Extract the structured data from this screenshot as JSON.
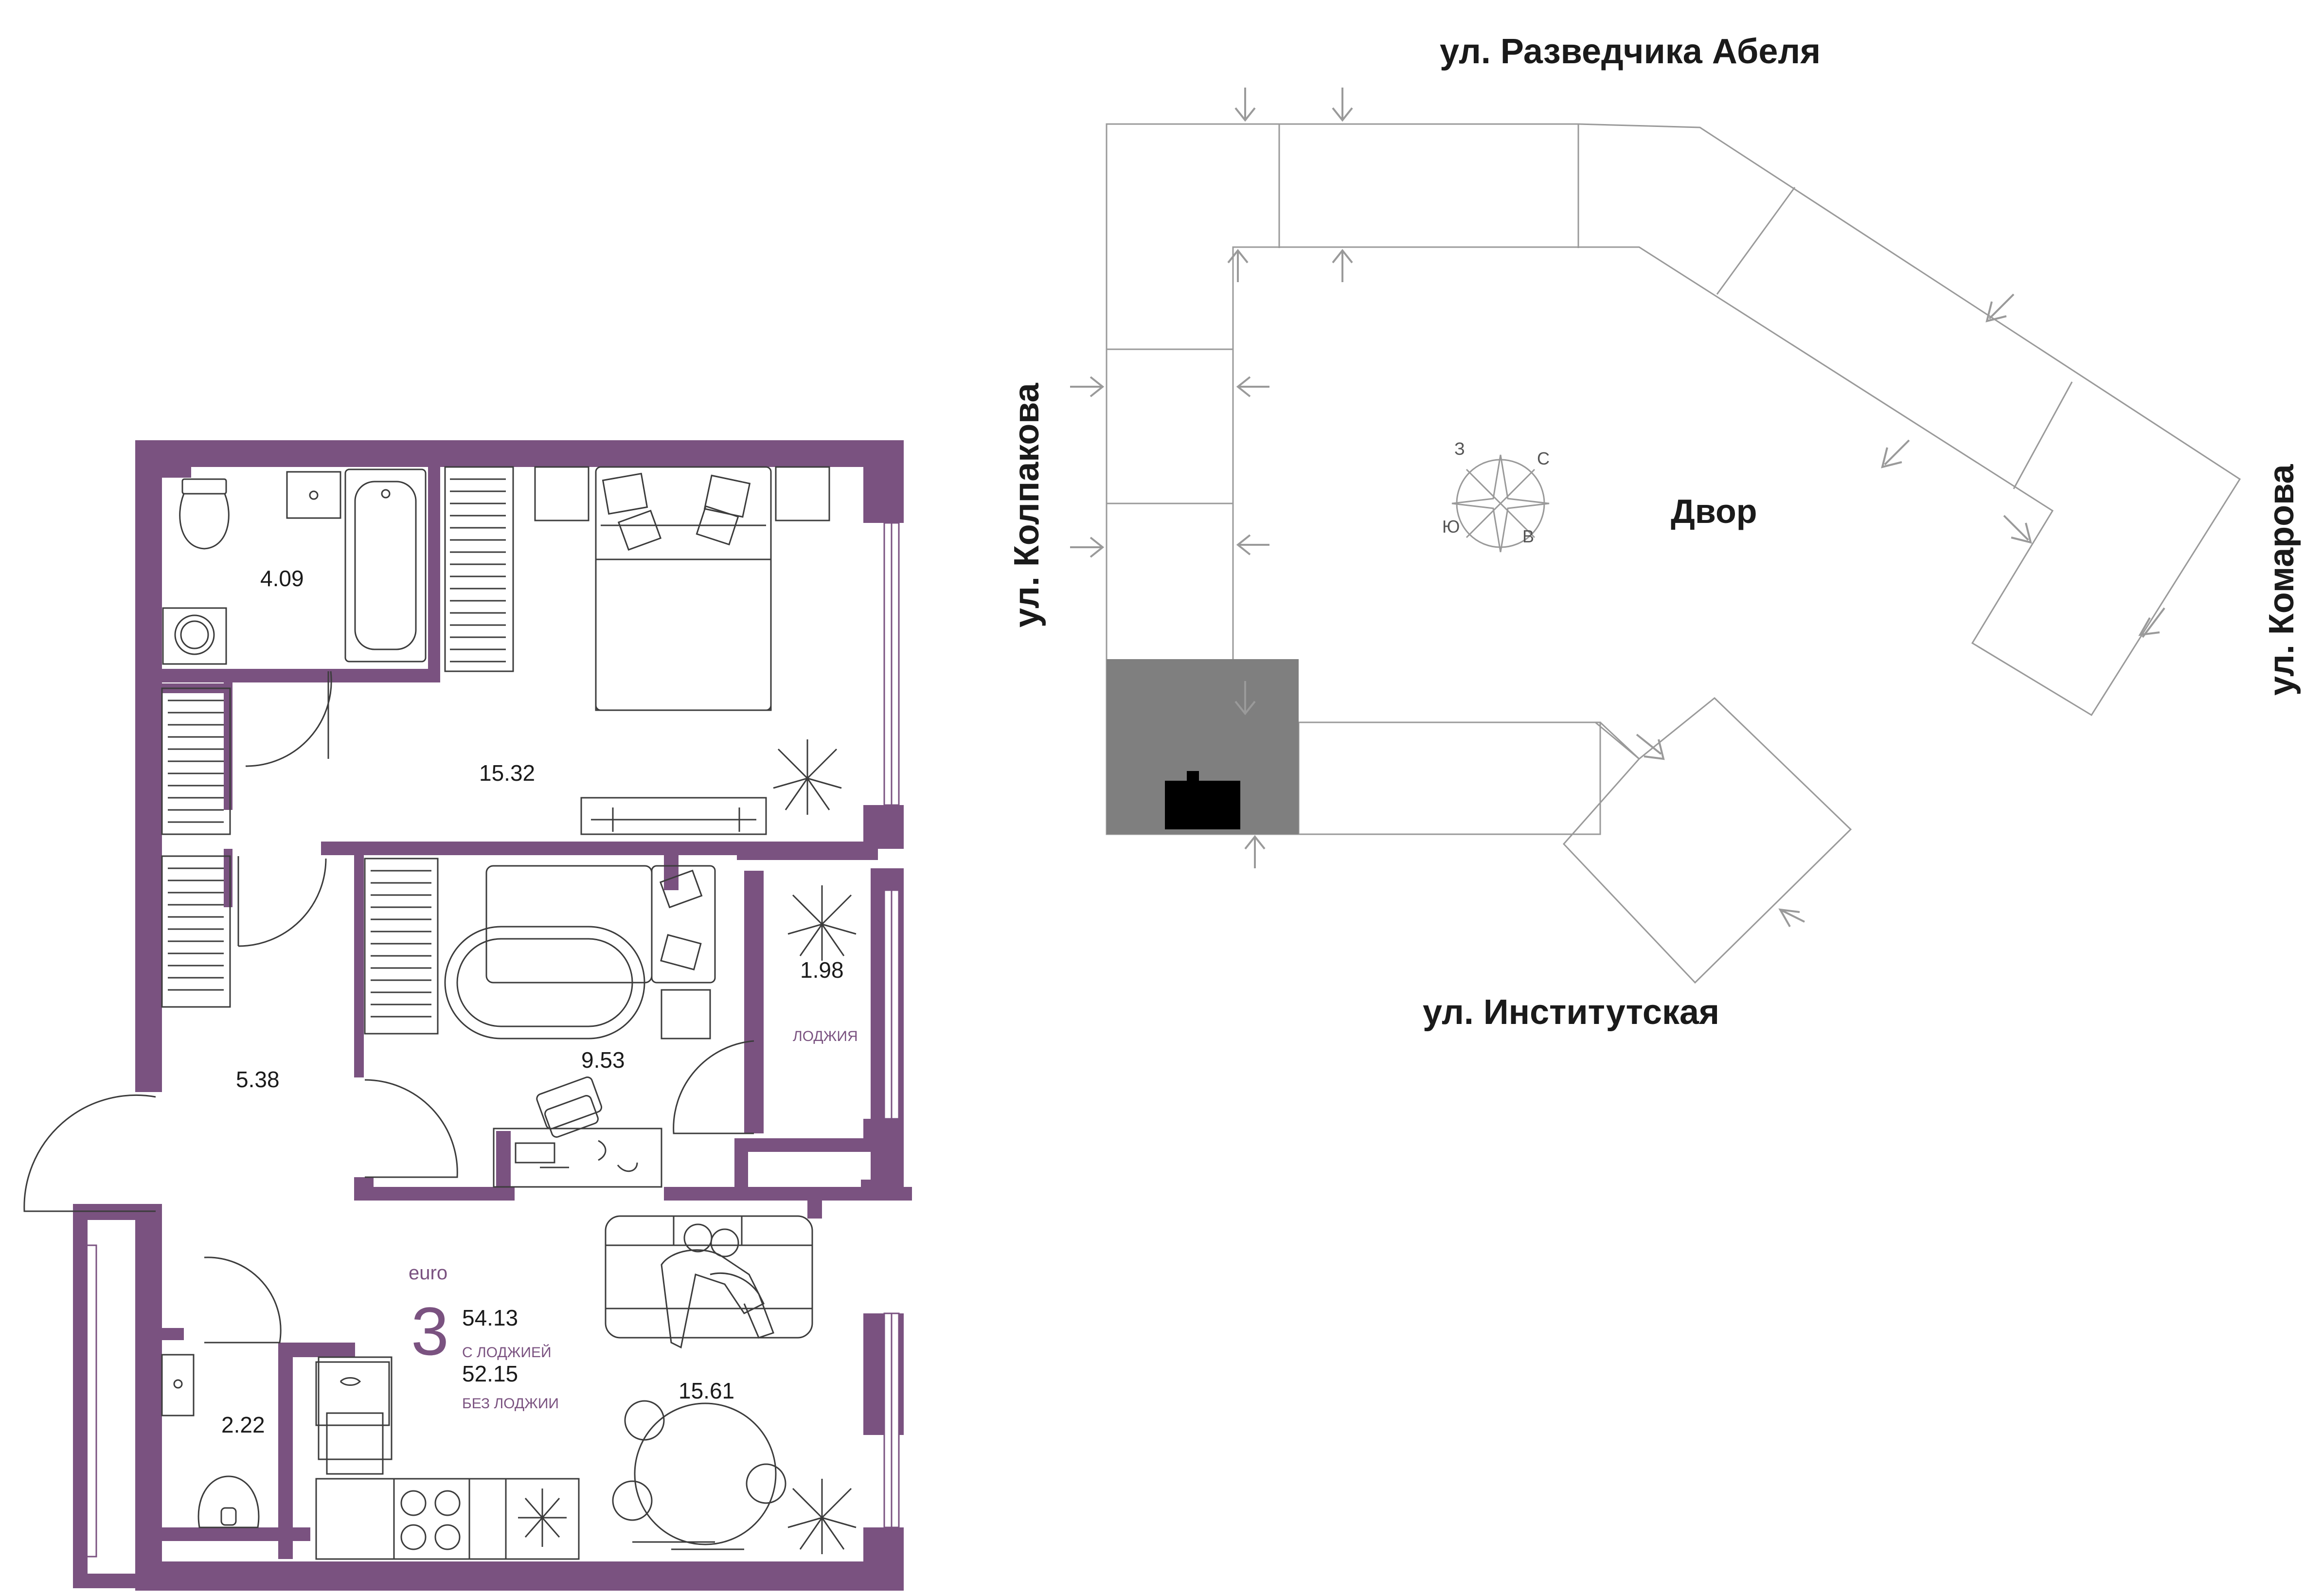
{
  "colors": {
    "wall": "#7a5280",
    "accent": "#7a5280",
    "line": "#3c3c3c",
    "siteline": "#9a9a9a",
    "apartment_section": "#7f7f7f",
    "marker": "#000000",
    "text": "#1a1a1a"
  },
  "plan": {
    "rooms": [
      {
        "id": "bathroom",
        "area": "4.09"
      },
      {
        "id": "bedroom",
        "area": "15.32"
      },
      {
        "id": "hall",
        "area": "5.38"
      },
      {
        "id": "room-small",
        "area": "9.53"
      },
      {
        "id": "loggia",
        "area": "1.98",
        "label": "ЛОДЖИЯ"
      },
      {
        "id": "wc",
        "area": "2.22"
      },
      {
        "id": "kitchen-living",
        "area": "15.61"
      }
    ],
    "summary": {
      "format": "euro",
      "rooms_count": "3",
      "area_with_loggia": "54.13",
      "with_loggia_label": "С ЛОДЖИЕЙ",
      "area_without_loggia": "52.15",
      "without_loggia_label": "БЕЗ ЛОДЖИИ"
    },
    "icons": [
      "toilet-icon",
      "washbasin-icon",
      "bathtub-icon",
      "washing-machine-icon",
      "radiator-icon",
      "double-bed-icon",
      "nightstand-icon",
      "tv-stand-icon",
      "plant-icon",
      "armchair-bed-icon",
      "desk-icon",
      "office-chair-icon",
      "sofa-icon",
      "people-on-sofa-icon",
      "dining-table-icon",
      "stove-icon",
      "sink-icon",
      "fridge-icon",
      "door-swing-icon"
    ]
  },
  "site": {
    "streets": {
      "top": "ул. Разведчика Абеля",
      "left": "ул. Колпакова",
      "right": "ул. Комарова",
      "bottom": "ул. Институтская"
    },
    "courtyard": "Двор",
    "compass": {
      "n": "С",
      "s": "Ю",
      "e": "В",
      "w": "З"
    },
    "icons": [
      "entrance-arrow-icon",
      "compass-rose-icon",
      "apartment-marker-icon"
    ]
  }
}
